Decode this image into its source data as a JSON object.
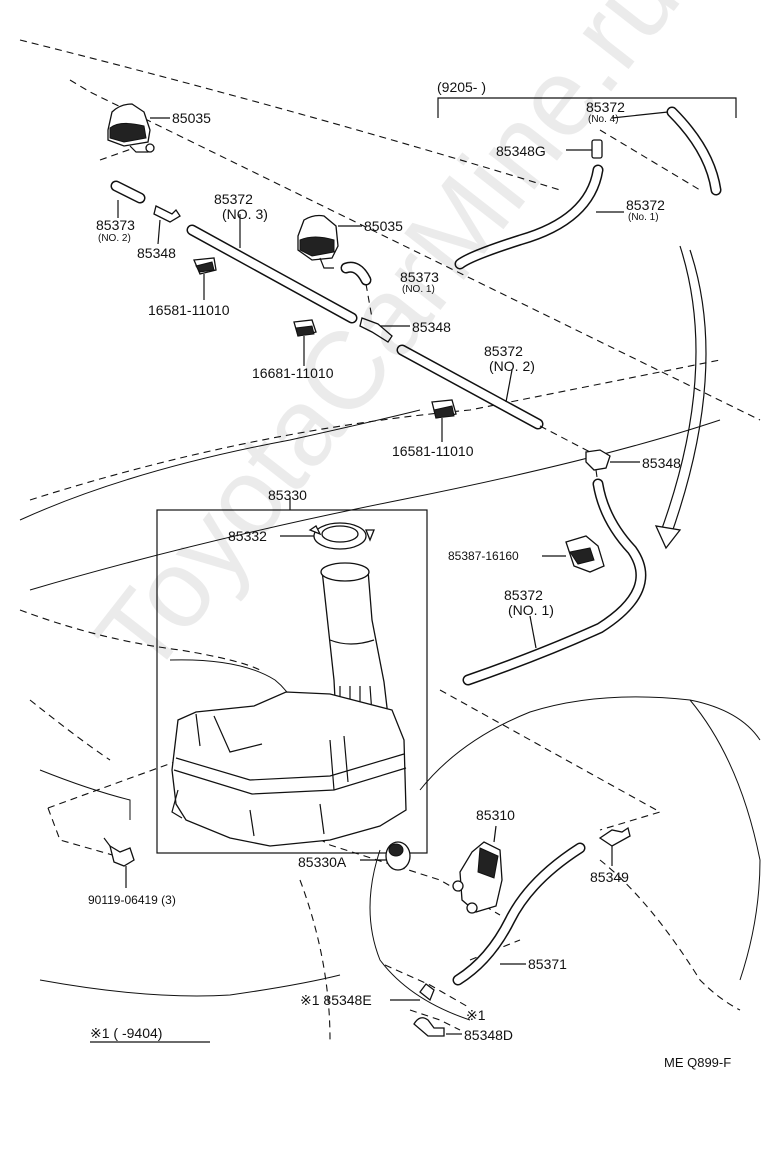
{
  "watermark": "ToyotaCarMine.ru",
  "labels": {
    "range_9205": "(9205-          )",
    "p85035_a": "85035",
    "p85035_b": "85035",
    "p85373_no2": "85373",
    "p85373_no2_sub": "(NO. 2)",
    "p85348_a": "85348",
    "p16581_a": "16581-11010",
    "p85372_no3": "85372",
    "p85372_no3_sub": "(NO. 3)",
    "p85373_no1": "85373",
    "p85373_no1_sub": "(NO. 1)",
    "p16681_b": "16681-11010",
    "p85348_b": "85348",
    "p85372_no2": "85372",
    "p85372_no2_sub": "(NO. 2)",
    "p16581_c": "16581-11010",
    "p85372_no4": "85372",
    "p85372_no4_sub": "(No. 4)",
    "p85348g": "85348G",
    "p85372_no1_top": "85372",
    "p85372_no1_top_sub": "(No. 1)",
    "p85348_c": "85348",
    "p85330": "85330",
    "p85332": "85332",
    "p85387": "85387-16160",
    "p85372_no1_mid": "85372",
    "p85372_no1_mid_sub": "(NO. 1)",
    "p85310": "85310",
    "p85349": "85349",
    "p85330a": "85330A",
    "p90119": "90119-06419 (3)",
    "p85371": "85371",
    "p85348e": "※1 85348E",
    "star1": "※1",
    "p85348d": "85348D",
    "footnote": "※1 (      -9404)",
    "code": "ME  Q899-F"
  }
}
